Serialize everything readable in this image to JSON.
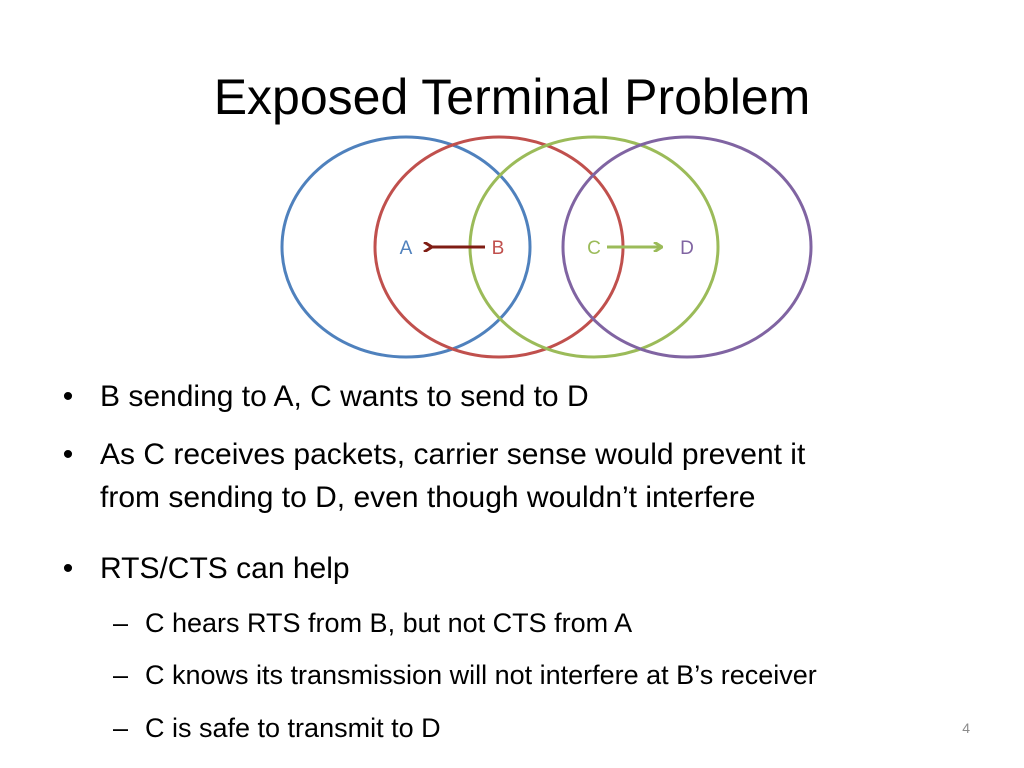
{
  "slide": {
    "title": "Exposed Terminal Problem",
    "page_number": "4"
  },
  "diagram": {
    "colors": {
      "A": "#4f81bd",
      "B": "#c0504d",
      "C": "#9bbb59",
      "D": "#8064a2",
      "arrow_B_to_A": "#7f1d14",
      "arrow_C_to_D": "#9bbb59"
    },
    "nodes": [
      {
        "id": "A",
        "label": "A"
      },
      {
        "id": "B",
        "label": "B"
      },
      {
        "id": "C",
        "label": "C"
      },
      {
        "id": "D",
        "label": "D"
      }
    ],
    "transmissions": [
      {
        "from": "B",
        "to": "A"
      },
      {
        "from": "C",
        "to": "D"
      }
    ]
  },
  "bullets": [
    {
      "marker": "•",
      "text": "B sending to A, C wants to send to D"
    },
    {
      "marker": "•",
      "lines": [
        "As C receives packets, carrier sense would prevent it",
        "from sending to D, even though wouldn’t interfere"
      ]
    },
    {
      "marker": "•",
      "text": "RTS/CTS can help",
      "sub": [
        {
          "marker": "–",
          "text": "C hears RTS from B, but not CTS from A"
        },
        {
          "marker": "–",
          "text": "C knows its transmission will not interfere at B’s receiver"
        },
        {
          "marker": "–",
          "text": "C is safe to transmit to D"
        }
      ]
    }
  ]
}
